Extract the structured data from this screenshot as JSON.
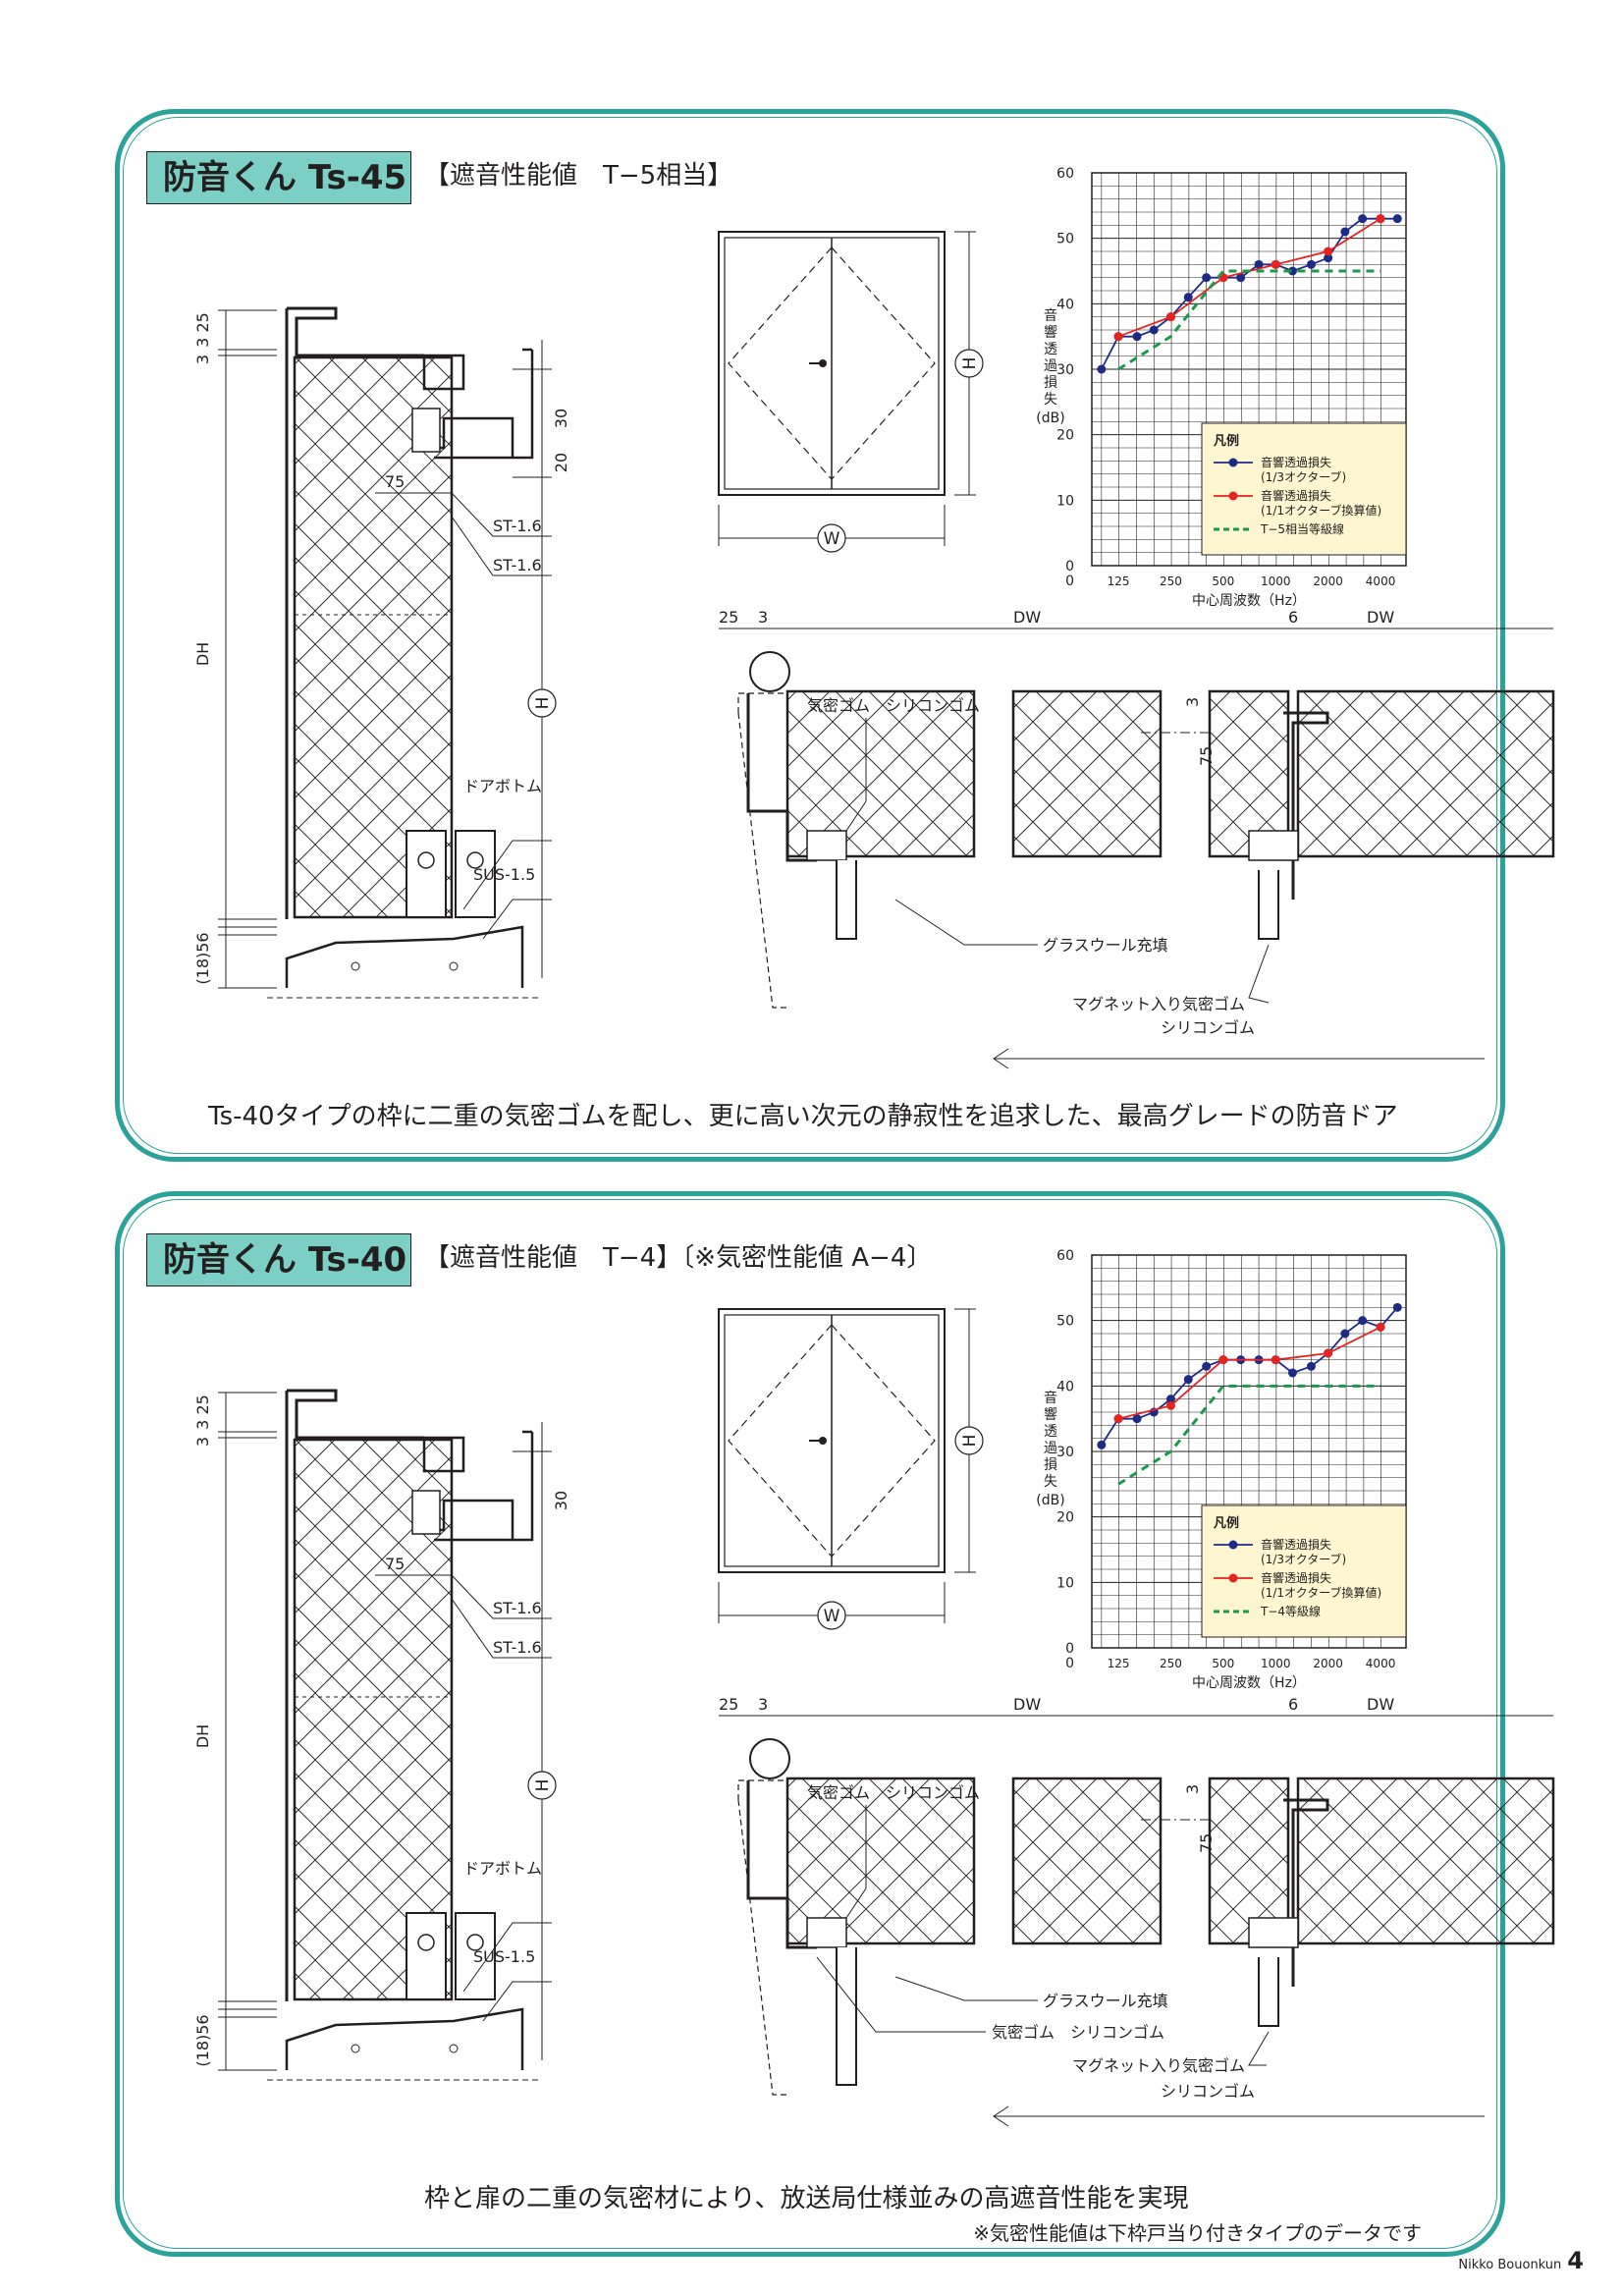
{
  "products": [
    {
      "title": "防音くん Ts-45",
      "subtitle": "【遮音性能値　T−5相当】",
      "tagline": "Ts-40タイプの枠に二重の気密ゴムを配し、更に高い次元の静寂性を追求した、最高グレードの防音ドア",
      "note": "",
      "section_labels": {
        "dims_left": [
          "3 25",
          "3",
          "DH",
          "(18)56"
        ],
        "dims_right": [
          "30",
          "20"
        ],
        "leaders": [
          "75",
          "ST-1.6",
          "ST-1.6",
          "ドアボトム",
          "SUS-1.5"
        ],
        "height_symbol": "H",
        "width_symbol": "W",
        "plan_dims": [
          "25",
          "3",
          "DW",
          "6",
          "DW",
          "3",
          "75"
        ],
        "plan_leaders": [
          "気密ゴム　シリコンゴム",
          "グラスウール充填",
          "マグネット入り気密ゴム",
          "シリコンゴム"
        ]
      },
      "chart_data": {
        "type": "line",
        "x": [
          125,
          160,
          200,
          250,
          315,
          400,
          500,
          630,
          800,
          1000,
          1250,
          1600,
          2000,
          2500,
          3150,
          4000,
          5000
        ],
        "x_ticks": [
          "125",
          "250",
          "500",
          "1000",
          "2000",
          "4000"
        ],
        "xlabel": "中心周波数（Hz）",
        "ylabel": "音響透過損失(dB)",
        "ylim": [
          0,
          60
        ],
        "y_ticks": [
          "0",
          "10",
          "20",
          "30",
          "40",
          "50",
          "60"
        ],
        "grid": true,
        "legend_title": "凡例",
        "legend_position": "bottom-right",
        "series": [
          {
            "name": "音響透過損失(1/3オクターブ)",
            "color": "#1e2b86",
            "x": [
              100,
              125,
              160,
              200,
              250,
              315,
              400,
              500,
              630,
              800,
              1000,
              1250,
              1600,
              2000,
              2500,
              3150,
              4000,
              5000
            ],
            "values": [
              30,
              35,
              35,
              36,
              38,
              41,
              44,
              44,
              44,
              46,
              46,
              45,
              46,
              47,
              51,
              53,
              53,
              53
            ]
          },
          {
            "name": "音響透過損失(1/1オクターブ換算値)",
            "color": "#e52420",
            "x": [
              125,
              250,
              500,
              1000,
              2000,
              4000
            ],
            "values": [
              35,
              38,
              44,
              46,
              48,
              53
            ]
          },
          {
            "name": "T−5相当等級線",
            "color": "#1a9a4a",
            "x": [
              125,
              250,
              500,
              1000,
              2000,
              4000
            ],
            "values": [
              30,
              35,
              45,
              45,
              45,
              45
            ]
          }
        ]
      }
    },
    {
      "title": "防音くん Ts-40",
      "subtitle": "【遮音性能値　T−4】〔※気密性能値 A−4〕",
      "tagline": "枠と扉の二重の気密材により、放送局仕様並みの高遮音性能を実現",
      "note": "※気密性能値は下枠戸当り付きタイプのデータです",
      "section_labels": {
        "dims_left": [
          "3 25",
          "3",
          "DH",
          "(18)56"
        ],
        "dims_right": [
          "30"
        ],
        "leaders": [
          "75",
          "ST-1.6",
          "ST-1.6",
          "ドアボトム",
          "SUS-1.5"
        ],
        "height_symbol": "H",
        "width_symbol": "W",
        "plan_dims": [
          "25",
          "3",
          "DW",
          "6",
          "DW",
          "3",
          "75"
        ],
        "plan_leaders": [
          "気密ゴム　シリコンゴム",
          "グラスウール充填",
          "気密ゴム　シリコンゴム",
          "マグネット入り気密ゴム",
          "シリコンゴム"
        ]
      },
      "chart_data": {
        "type": "line",
        "x_ticks": [
          "125",
          "250",
          "500",
          "1000",
          "2000",
          "4000"
        ],
        "xlabel": "中心周波数（Hz）",
        "ylabel": "音響透過損失(dB)",
        "ylim": [
          0,
          60
        ],
        "y_ticks": [
          "0",
          "10",
          "20",
          "30",
          "40",
          "50",
          "60"
        ],
        "grid": true,
        "legend_title": "凡例",
        "legend_position": "bottom-right",
        "series": [
          {
            "name": "音響透過損失(1/3オクターブ)",
            "color": "#1e2b86",
            "x": [
              100,
              125,
              160,
              200,
              250,
              315,
              400,
              500,
              630,
              800,
              1000,
              1250,
              1600,
              2000,
              2500,
              3150,
              4000,
              5000
            ],
            "values": [
              31,
              35,
              35,
              36,
              38,
              41,
              43,
              44,
              44,
              44,
              44,
              42,
              43,
              45,
              48,
              50,
              49,
              52
            ]
          },
          {
            "name": "音響透過損失(1/1オクターブ換算値)",
            "color": "#e52420",
            "x": [
              125,
              250,
              500,
              1000,
              2000,
              4000
            ],
            "values": [
              35,
              37,
              44,
              44,
              45,
              49
            ]
          },
          {
            "name": "T−4等級線",
            "color": "#1a9a4a",
            "x": [
              125,
              250,
              500,
              1000,
              2000,
              4000
            ],
            "values": [
              25,
              30,
              40,
              40,
              40,
              40
            ]
          }
        ]
      }
    }
  ],
  "footer": {
    "brand": "Nikko Bouonkun",
    "page": "4"
  }
}
